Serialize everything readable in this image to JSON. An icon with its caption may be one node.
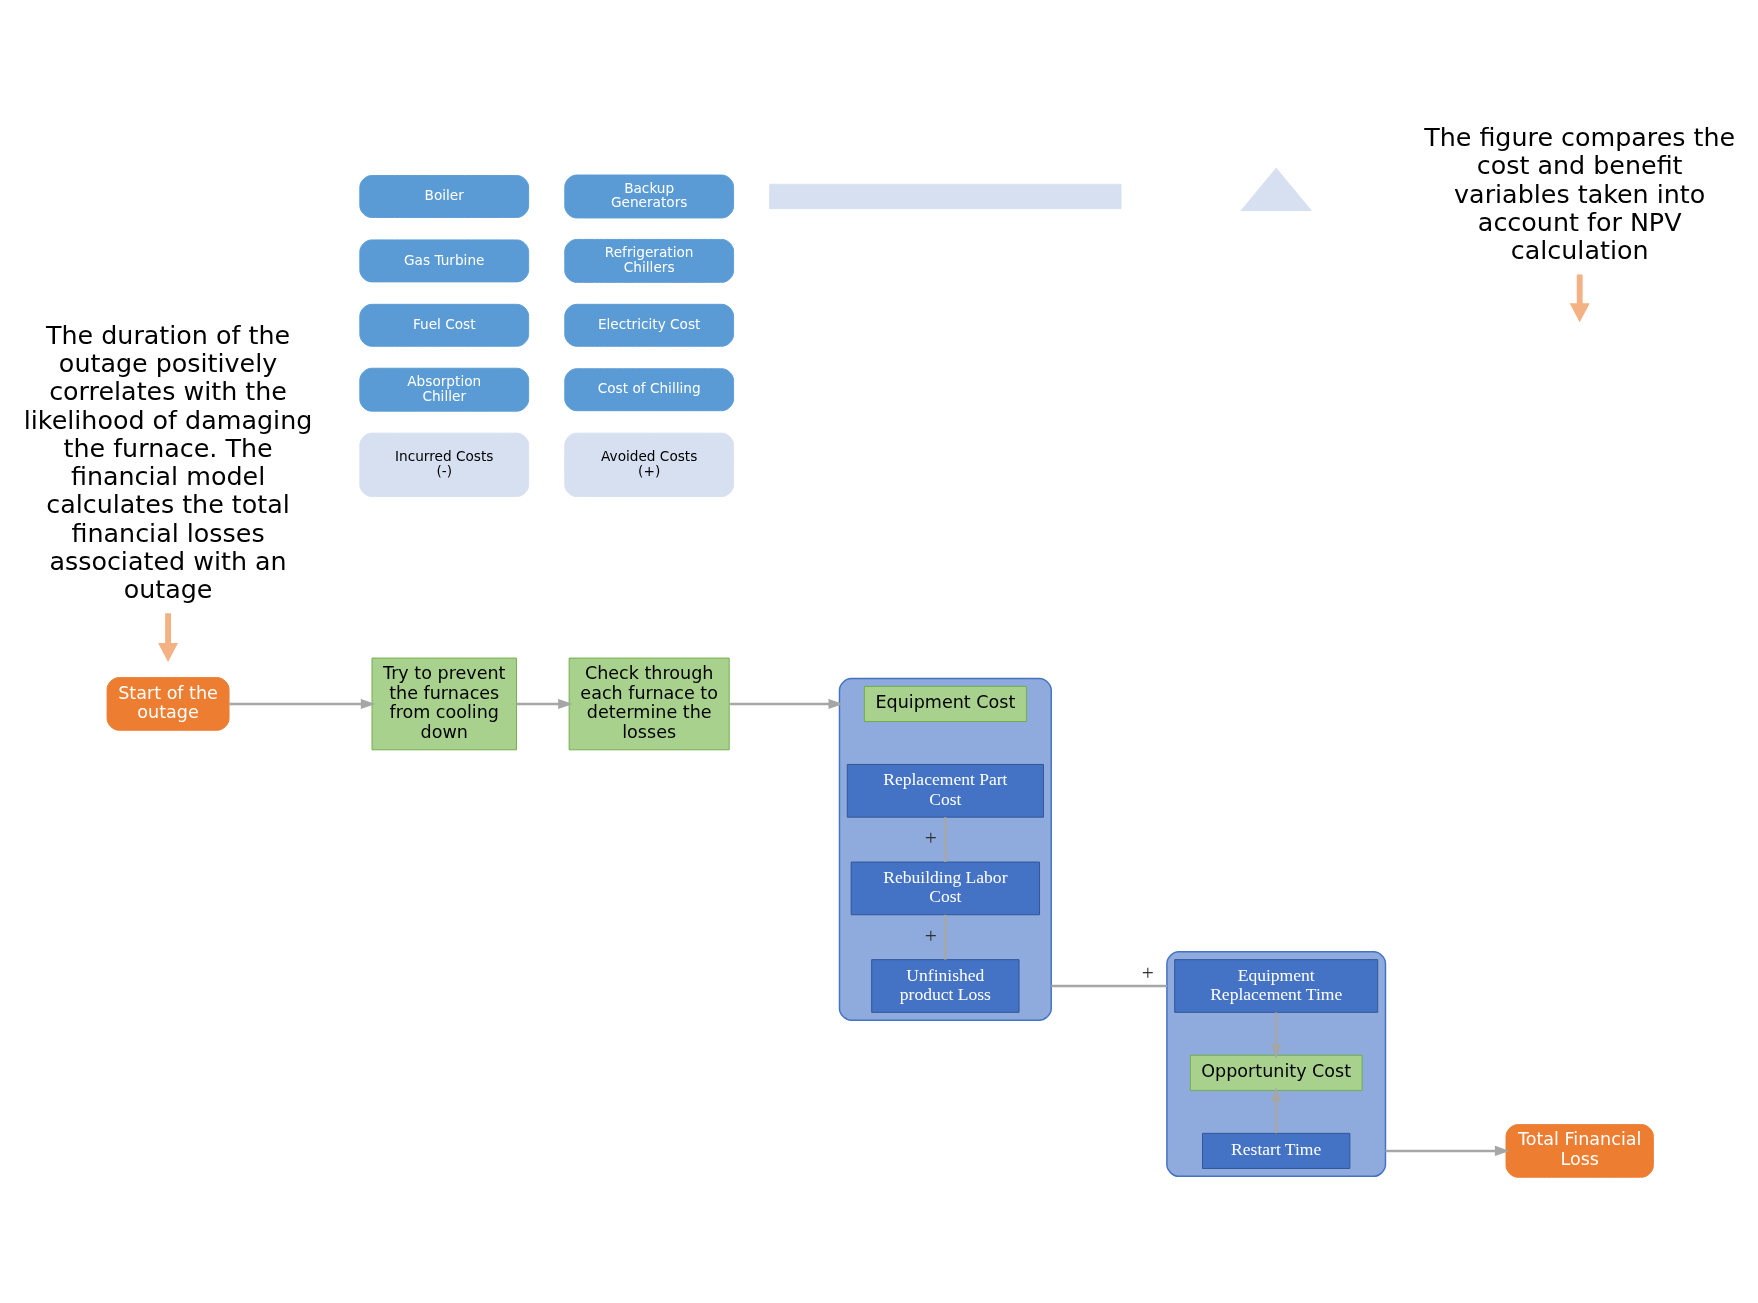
{
  "diagram": {
    "nodes": [
      {
        "text": [
          "Start of the outage"
        ]
      },
      {
        "text": [
          "Try to prevent the furnaces from cooling down"
        ]
      },
      {
        "text": [
          "Check through each furnace to determine the losses"
        ]
      },
      {
        "text": [],
        "shape": "box"
      },
      {
        "text": [
          "Equipment Cost"
        ],
        "in": 3
      },
      {
        "text": [
          "Replacement Part Cost"
        ],
        "in": 3
      },
      {
        "text": [
          "Rebuilding Labor Cost"
        ],
        "in": 3
      },
      {
        "text": [
          "Unfinished product Loss"
        ],
        "in": 3
      },
      {
        "text": [],
        "shape": "box"
      },
      {
        "text": [
          "Equipment Replacement Time"
        ],
        "in": 8
      },
      {
        "text": [
          "Opportunity Cost"
        ],
        "in": 8
      },
      {
        "text": [
          "Restart Time"
        ],
        "in": 8
      },
      {
        "text": [
          "Total Financial Loss"
        ]
      },
      {
        "text": [
          "Incurred Costs (-)"
        ]
      },
      {
        "text": [
          "Avoided Costs (+)"
        ]
      },
      {
        "text": [
          "Absorption Chiller"
        ]
      },
      {
        "text": [
          "Cost of Chilling"
        ]
      },
      {
        "text": [
          "Fuel Cost"
        ]
      },
      {
        "text": [
          "Electricity Cost"
        ]
      },
      {
        "text": [
          "Gas Turbine"
        ]
      },
      {
        "text": [
          "Refrigeration Chillers"
        ]
      },
      {
        "text": [
          "Boiler"
        ]
      },
      {
        "text": [
          "Backup Generators"
        ]
      },
      {
        "text": [],
        "shape": "bar"
      },
      {
        "text": [],
        "shape": "triangle"
      },
      {
        "text": [
          "The duration of the outage positively correlates with the likelihood of damaging the furnace. The financial model calculates the total financial losses associated with an outage"
        ]
      },
      {
        "text": [
          "The figure compares the cost and benefit variables taken into account for NPV calculation"
        ]
      }
    ],
    "edges": [
      {
        "from": 0,
        "to": 1,
        "arrow": "to"
      },
      {
        "from": 1,
        "to": 2,
        "arrow": "to"
      },
      {
        "from": 2,
        "to": 3,
        "arrow": "to"
      },
      {
        "from": 5,
        "to": 6,
        "arrow": "none",
        "label": "+"
      },
      {
        "from": 6,
        "to": 7,
        "arrow": "none",
        "label": "+"
      },
      {
        "from": 3,
        "to": 8,
        "arrow": "none",
        "label": "+"
      },
      {
        "from": 9,
        "to": 10,
        "arrow": "to"
      },
      {
        "from": 11,
        "to": 10,
        "arrow": "to"
      },
      {
        "from": 8,
        "to": 12,
        "arrow": "to"
      },
      {
        "from": 25,
        "to": null,
        "arrow": "to",
        "style": "thick",
        "color": "#f4b183"
      },
      {
        "from": 26,
        "to": null,
        "arrow": "to",
        "style": "thick",
        "color": "#f4b183"
      }
    ]
  }
}
